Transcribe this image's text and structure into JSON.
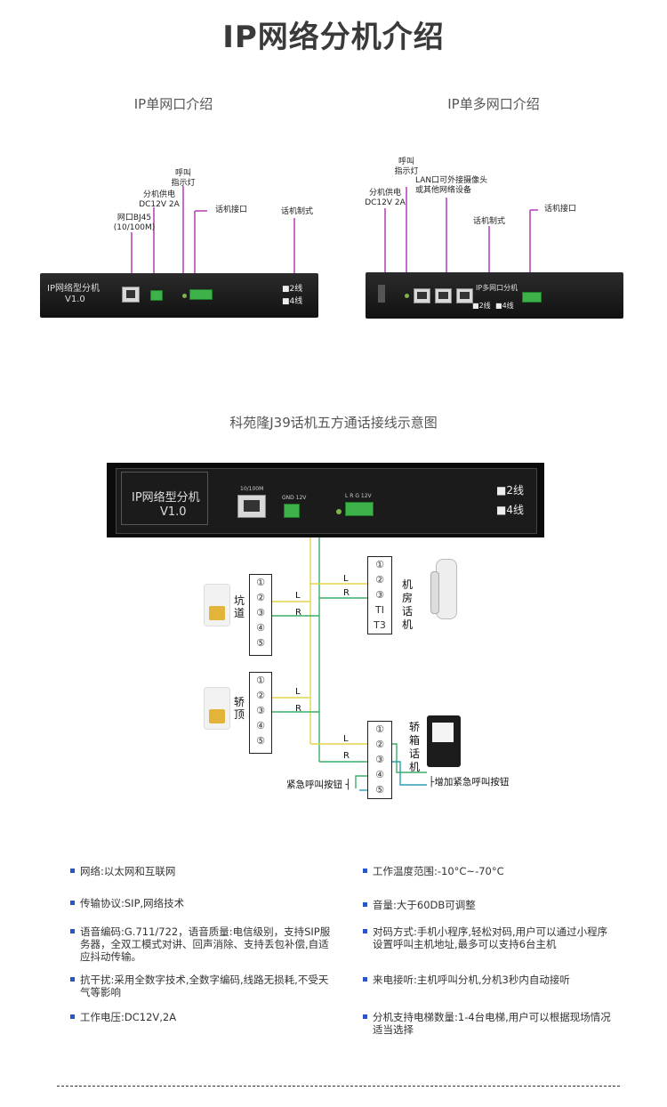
{
  "page_title": "IP网络分机介绍",
  "single_port": {
    "subtitle": "IP单网口介绍",
    "labels": {
      "rj45": "网口BJ45\n(10/100M)",
      "power": "分机供电\nDC12V 2A",
      "call_led": "呼叫\n指示灯",
      "phone_port": "话机接口",
      "phone_mode": "话机制式"
    },
    "device": {
      "name": "IP网络型分机",
      "version": "V1.0",
      "mode_2": "2线",
      "mode_4": "4线"
    }
  },
  "multi_port": {
    "subtitle": "IP单多网口介绍",
    "labels": {
      "power": "分机供电\nDC12V 2A",
      "call_led": "呼叫\n指示灯",
      "lan": "LAN口可外接摄像头\n或其他网络设备",
      "phone_mode": "话机制式",
      "phone_port": "话机接口"
    },
    "device": {
      "name": "IP多网口分机",
      "mode_2": "2线",
      "mode_4": "4线"
    }
  },
  "wiring": {
    "subtitle": "科苑隆J39话机五方通话接线示意图",
    "device": {
      "name": "IP网络型分机",
      "version": "V1.0",
      "port_label": "10/100M",
      "power_label": "GND 12V",
      "line_label": "L R G 12V",
      "mode_2": "2线",
      "mode_4": "4线"
    },
    "blocks": {
      "pit": {
        "label": "坑道",
        "pins": [
          "①",
          "②",
          "③",
          "④",
          "⑤"
        ],
        "l": "L",
        "r": "R"
      },
      "car": {
        "label": "轿顶",
        "pins": [
          "①",
          "②",
          "③",
          "④",
          "⑤"
        ],
        "l": "L",
        "r": "R"
      },
      "room": {
        "label": "机房话机",
        "pins": [
          "①",
          "②",
          "③",
          "TI",
          "T3"
        ],
        "l": "L",
        "r": "R"
      },
      "cabin": {
        "label": "轿箱话机",
        "pins": [
          "①",
          "②",
          "③",
          "④",
          "⑤"
        ],
        "l": "L",
        "r": "R"
      }
    },
    "emergency_left": "紧急呼叫按钮",
    "emergency_right": "增加紧急呼叫按钮"
  },
  "features": [
    "网络:以太网和互联网",
    "工作温度范围:-10°C~-70°C",
    "传输协议:SIP,网络技术",
    "音量:大于60DB可调整",
    "语音编码:G.711/722，语音质量:电信级别，支持SIP服务器，全双工模式对讲、回声消除、支持丢包补偿,自适应抖动传输。",
    "对码方式:手机小程序,轻松对码,用户可以通过小程序设置呼叫主机地址,最多可以支持6台主机",
    "抗干扰:采用全数字技术,全数字编码,线路无损耗,不受天气等影响",
    "来电接听:主机呼叫分机,分机3秒内自动接听",
    "工作电压:DC12V,2A",
    "分机支持电梯数量:1-4台电梯,用户可以根据现场情况适当选择"
  ],
  "colors": {
    "accent": "#2a55c9",
    "wire_yellow": "#e6d34a",
    "wire_green": "#3cae6a",
    "label_line": "#b23cb5"
  }
}
